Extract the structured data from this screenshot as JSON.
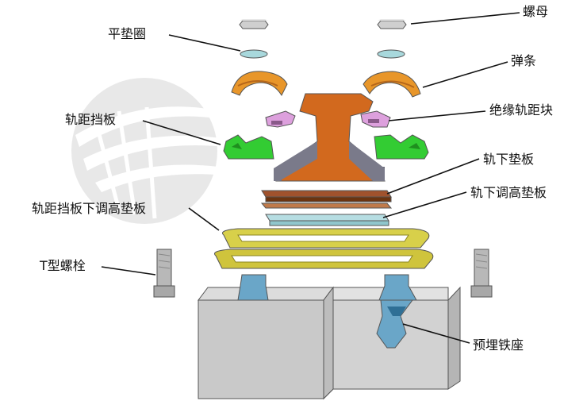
{
  "labels": {
    "nut": "螺母",
    "flat_washer": "平垫圈",
    "spring_clip": "弹条",
    "gauge_plate": "轨距挡板",
    "insulated_gauge_block": "绝缘轨距块",
    "rail_pad": "轨下垫板",
    "rail_adjust_pad": "轨下调高垫板",
    "gauge_plate_adjust_pad": "轨距挡板下调高垫板",
    "t_bolt": "T型螺栓",
    "embedded_seat": "预埋铁座"
  },
  "colors": {
    "rail": "#d2691e",
    "spring_clip": "#e8962a",
    "gauge_plate": "#33cc33",
    "insulated_block": "#dda0dd",
    "rail_pad": "#8b4513",
    "adjust_pad": "#8fc6cc",
    "gauge_adjust_pad": "#d8d04a",
    "washer": "#a8d8dc",
    "nut": "#cfcfcf",
    "bolt": "#b8b8b8",
    "concrete": "#c9c9c9",
    "seat": "#6aa6c8",
    "watermark": "#e4e4e4"
  }
}
